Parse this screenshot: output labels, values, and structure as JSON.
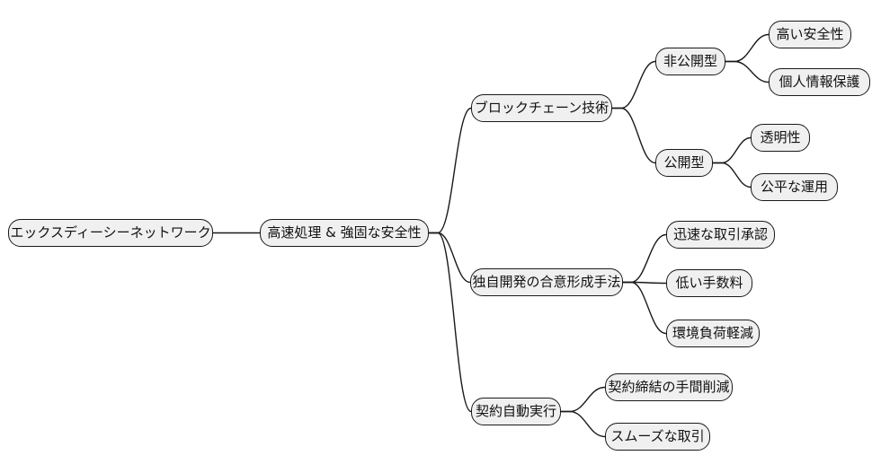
{
  "diagram": {
    "type": "mindmap",
    "direction": "left-to-right",
    "colors": {
      "background": "#ffffff",
      "node_fill": "#f0f0f0",
      "node_border": "#1a1a1a",
      "edge": "#1a1a1a",
      "text": "#111111"
    },
    "tree": {
      "label": "エックスディーシーネットワーク",
      "children": [
        {
          "label": "高速処理 & 強固な安全性",
          "children": [
            {
              "label": "ブロックチェーン技術",
              "children": [
                {
                  "label": "非公開型",
                  "children": [
                    {
                      "label": "高い安全性"
                    },
                    {
                      "label": "個人情報保護"
                    }
                  ]
                },
                {
                  "label": "公開型",
                  "children": [
                    {
                      "label": "透明性"
                    },
                    {
                      "label": "公平な運用"
                    }
                  ]
                }
              ]
            },
            {
              "label": "独自開発の合意形成手法",
              "children": [
                {
                  "label": "迅速な取引承認"
                },
                {
                  "label": "低い手数料"
                },
                {
                  "label": "環境負荷軽減"
                }
              ]
            },
            {
              "label": "契約自動実行",
              "children": [
                {
                  "label": "契約締結の手間削減"
                },
                {
                  "label": "スムーズな取引"
                }
              ]
            }
          ]
        }
      ]
    }
  }
}
